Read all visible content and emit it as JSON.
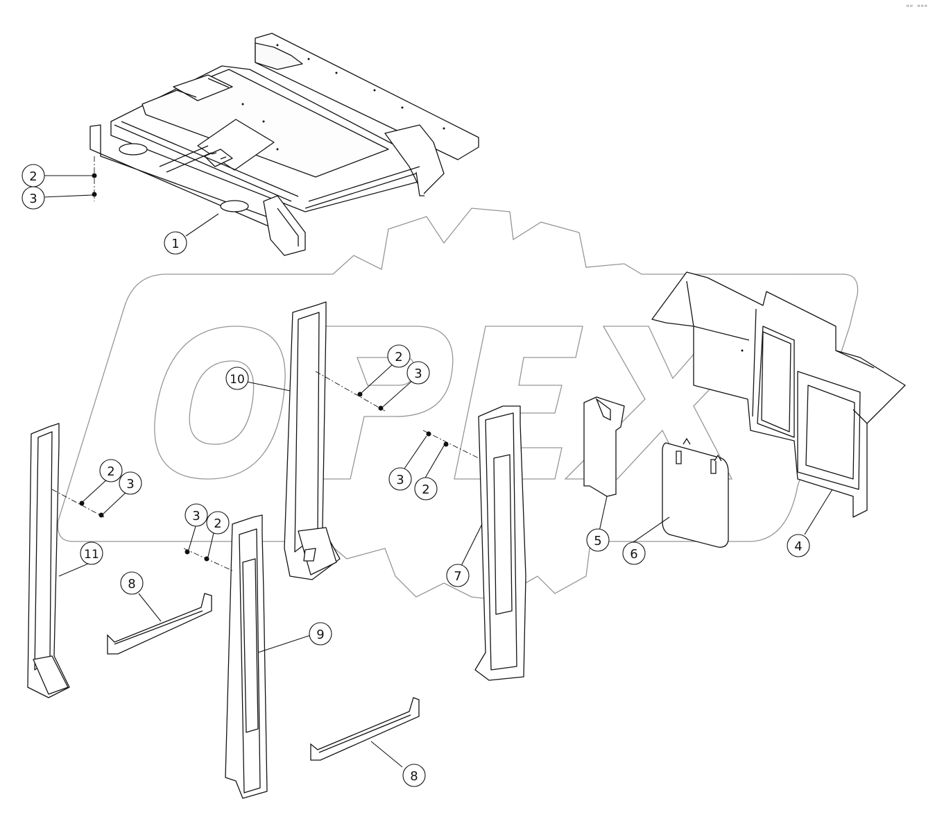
{
  "header": {
    "corner_text": "▫▫ ▫▫▫"
  },
  "watermark": {
    "text": "OPEX",
    "color": "#8a8a8a"
  },
  "colors": {
    "line": "#111111",
    "callout_fill": "#ffffff",
    "watermark": "#8a8a8a"
  },
  "callouts": {
    "c1": "1",
    "c2a": "2",
    "c3a": "3",
    "c10": "10",
    "c2b": "2",
    "c3b": "3",
    "c2c": "2",
    "c3c": "3",
    "c11": "11",
    "c3d": "3",
    "c2d": "2",
    "c8a": "8",
    "c9": "9",
    "c3e": "3",
    "c2e": "2",
    "c7": "7",
    "c5": "5",
    "c6": "6",
    "c4": "4",
    "c8b": "8"
  }
}
